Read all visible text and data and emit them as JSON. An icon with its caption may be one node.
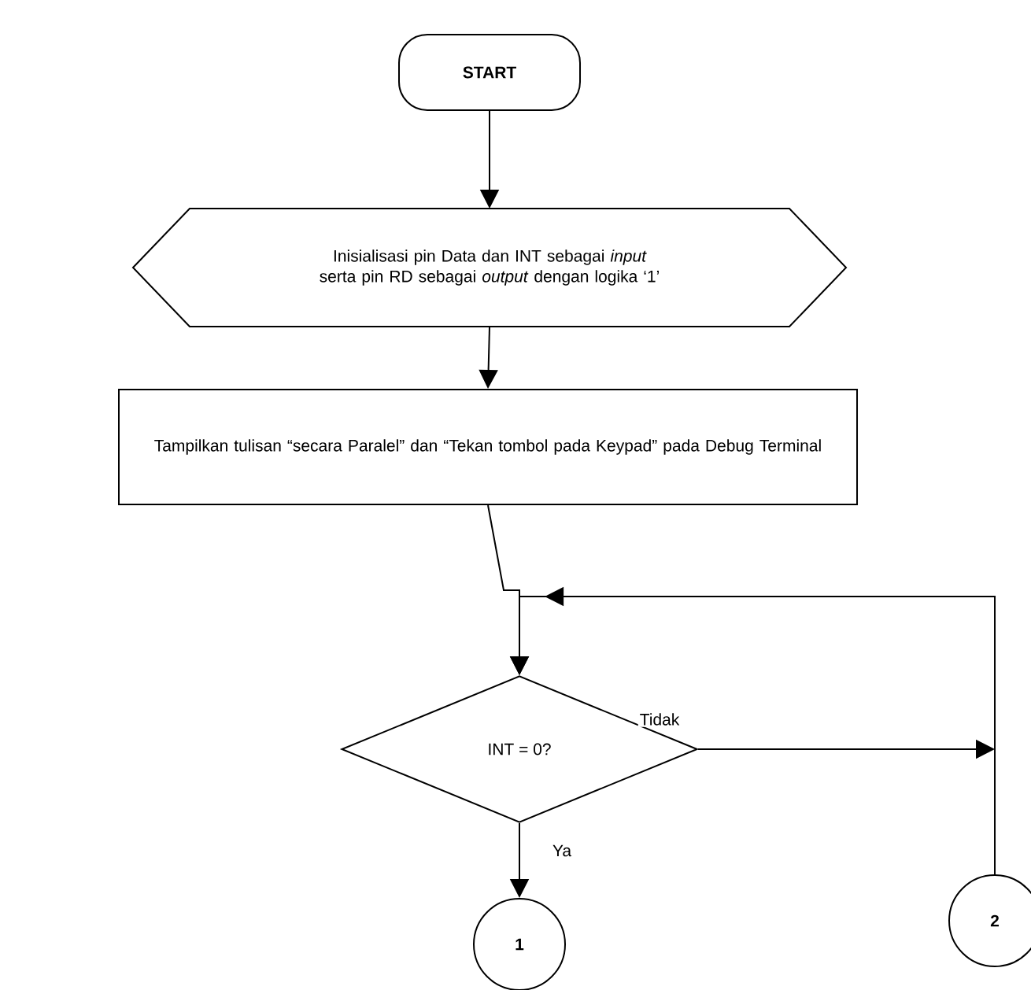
{
  "diagram": {
    "nodes": [
      {
        "text": [
          "START"
        ]
      },
      {
        "text": [
          "Inisialisasi pin Data dan INT sebagai *input* serta pin RD sebagai *output* dengan logika ‘1’"
        ]
      },
      {
        "text": [
          "Tampilkan tulisan “secara Paralel” dan “Tekan tombol pada Keypad” pada Debug Terminal"
        ]
      },
      {
        "text": [
          "INT = 0?"
        ]
      },
      {
        "text": [
          "1"
        ]
      },
      {
        "text": [
          "2"
        ]
      }
    ],
    "edges": [
      {
        "from": 0,
        "to": 1,
        "arrow": "to"
      },
      {
        "from": 1,
        "to": 2,
        "arrow": "to"
      },
      {
        "from": 2,
        "to": 3,
        "arrow": "to"
      },
      {
        "from": 3,
        "to": 4,
        "arrow": "to",
        "label": "Ya"
      },
      {
        "from": 3,
        "to": null,
        "arrow": "to",
        "label": "Tidak"
      },
      {
        "from": 5,
        "to": 3,
        "arrow": "to"
      }
    ]
  }
}
